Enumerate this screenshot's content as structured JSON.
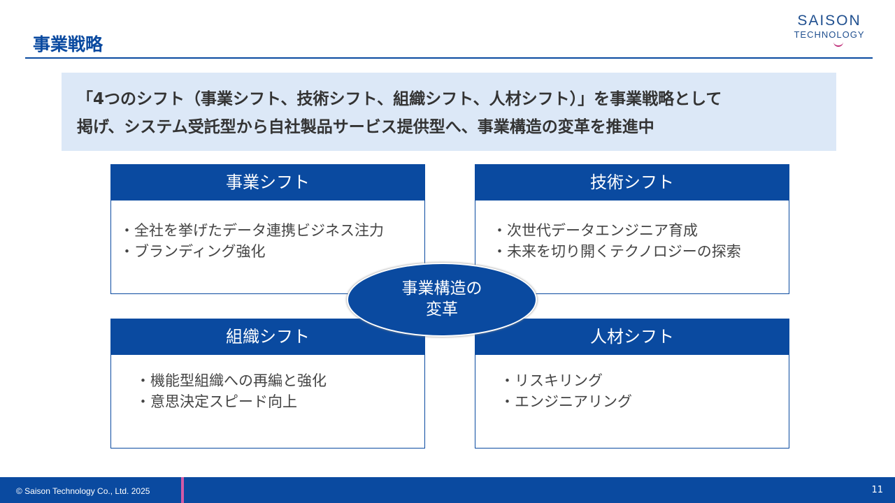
{
  "header": {
    "title": "事業戦略",
    "logo_line1": "SAISON",
    "logo_line2": "TECHNOLOGY"
  },
  "lead": {
    "line1": "「4つのシフト（事業シフト、技術シフト、組織シフト、人材シフト）」を事業戦略として",
    "line2": "掲げ、システム受託型から自社製品サービス提供型へ、事業構造の変革を推進中"
  },
  "shifts": [
    {
      "title": "事業シフト",
      "items": [
        "・全社を挙げたデータ連携ビジネス注力",
        "・ブランディング強化"
      ]
    },
    {
      "title": "技術シフト",
      "items": [
        "・次世代データエンジニア育成",
        "・未来を切り開くテクノロジーの探索"
      ]
    },
    {
      "title": "組織シフト",
      "items": [
        "・機能型組織への再編と強化",
        "・意思決定スピード向上"
      ]
    },
    {
      "title": "人材シフト",
      "items": [
        "・リスキリング",
        "・エンジニアリング"
      ]
    }
  ],
  "center": {
    "line1": "事業構造の",
    "line2": "変革"
  },
  "footer": {
    "copyright": "© Saison Technology Co., Ltd. 2025",
    "page": "11"
  }
}
